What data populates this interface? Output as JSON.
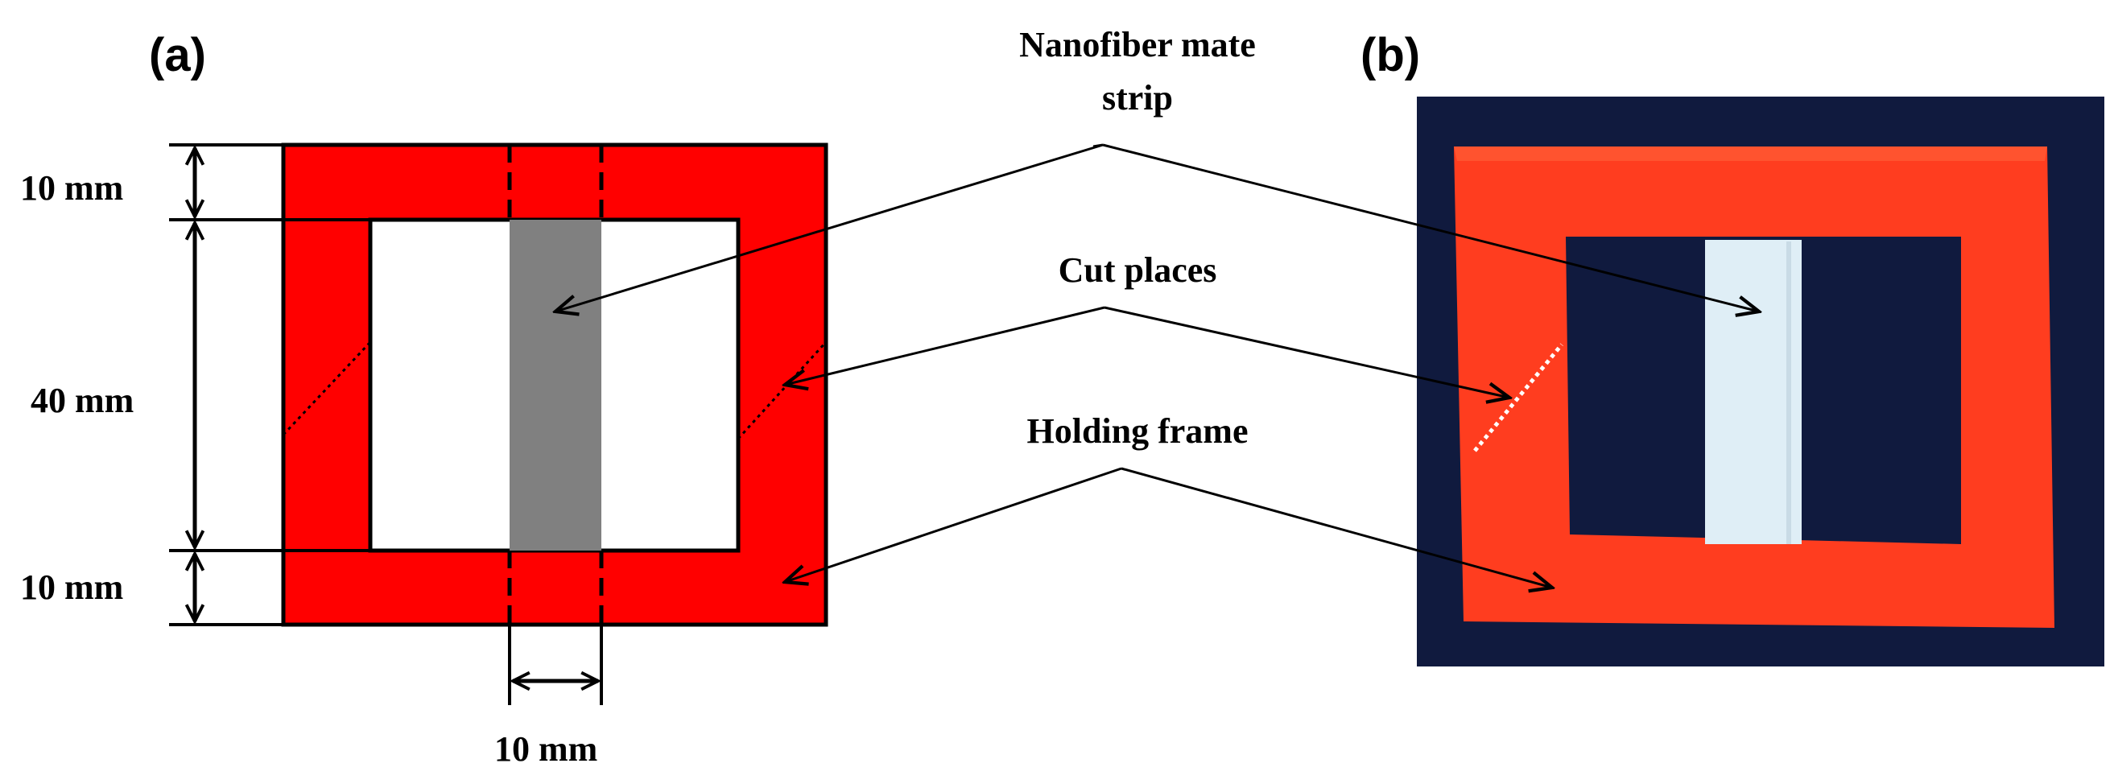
{
  "panels": {
    "a": {
      "label": "(a)"
    },
    "b": {
      "label": "(b)"
    }
  },
  "dimensions": {
    "top_width": "10 mm",
    "window_height": "40 mm",
    "bottom_width": "10 mm",
    "strip_width": "10 mm"
  },
  "callouts": {
    "nanofiber_line1": "Nanofiber mate",
    "nanofiber_line2": "strip",
    "cut_places": "Cut places",
    "holding_frame": "Holding frame"
  },
  "colors": {
    "frame_red": "#ff0000",
    "strip_gray": "#808080",
    "photo_background": "#0d1638",
    "photo_frame": "#ff3d1f",
    "photo_strip": "#dfeef6"
  }
}
